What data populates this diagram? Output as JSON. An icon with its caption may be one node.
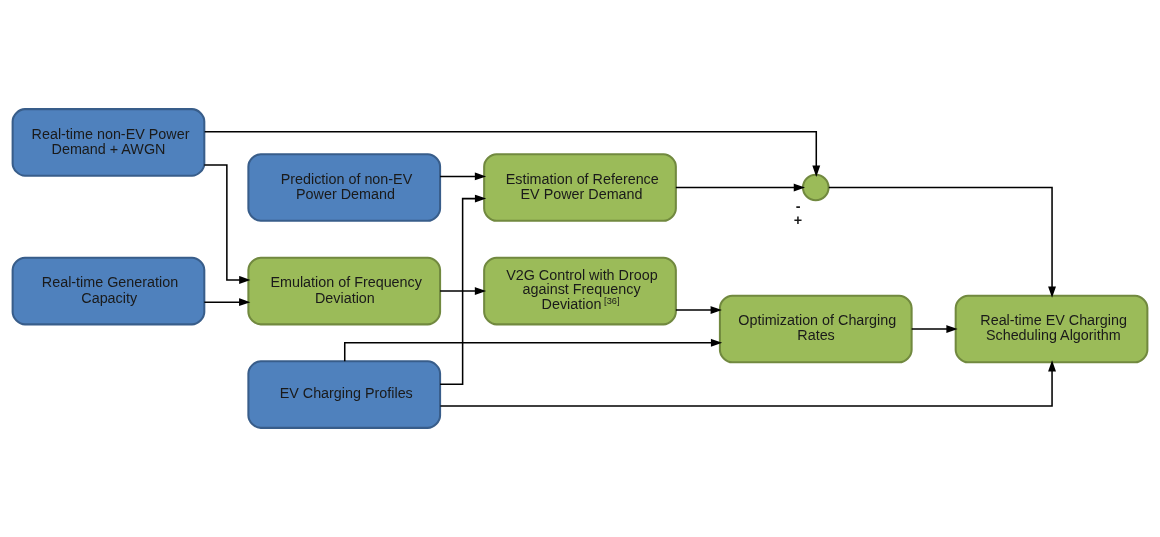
{
  "diagram": {
    "nodes": [
      {
        "text": [
          "Real-time Generation Capacity"
        ]
      },
      {
        "text": [
          "Real-time non-EV Power Demand + AWGN"
        ]
      },
      {
        "text": [
          "Emulation of Frequency Deviation"
        ]
      },
      {
        "text": [
          "V2G Control with Droop against Frequency Deviation $^{[36]}$"
        ]
      },
      {
        "text": [],
        "shape": "circle",
        "beside": [
          "-",
          "+"
        ]
      },
      {
        "text": [
          "Prediction of non-EV Power Demand"
        ]
      },
      {
        "text": [
          "Estimation of Reference EV Power Demand"
        ]
      },
      {
        "text": [
          "Optimization of Charging Rates"
        ]
      },
      {
        "text": [
          "Real-time EV Charging Scheduling Algorithm"
        ]
      },
      {
        "text": [
          "EV Charging Profiles"
        ]
      }
    ],
    "edges": [
      {
        "from": 0,
        "to": 2,
        "arrow": "to"
      },
      {
        "from": 1,
        "to": 4,
        "arrow": "to"
      },
      {
        "from": 1,
        "to": 2,
        "arrow": "to"
      },
      {
        "from": 2,
        "to": 3,
        "arrow": "to"
      },
      {
        "from": 3,
        "to": 7,
        "arrow": "to"
      },
      {
        "from": 6,
        "to": 4,
        "arrow": "to"
      },
      {
        "from": 4,
        "to": 8,
        "arrow": "to"
      },
      {
        "from": 5,
        "to": 6,
        "arrow": "to"
      },
      {
        "from": 7,
        "to": 8,
        "arrow": "to"
      },
      {
        "from": 9,
        "to": 6,
        "arrow": "to"
      },
      {
        "from": 9,
        "to": 7,
        "arrow": "to"
      },
      {
        "from": 9,
        "to": 8,
        "arrow": "to"
      }
    ]
  }
}
